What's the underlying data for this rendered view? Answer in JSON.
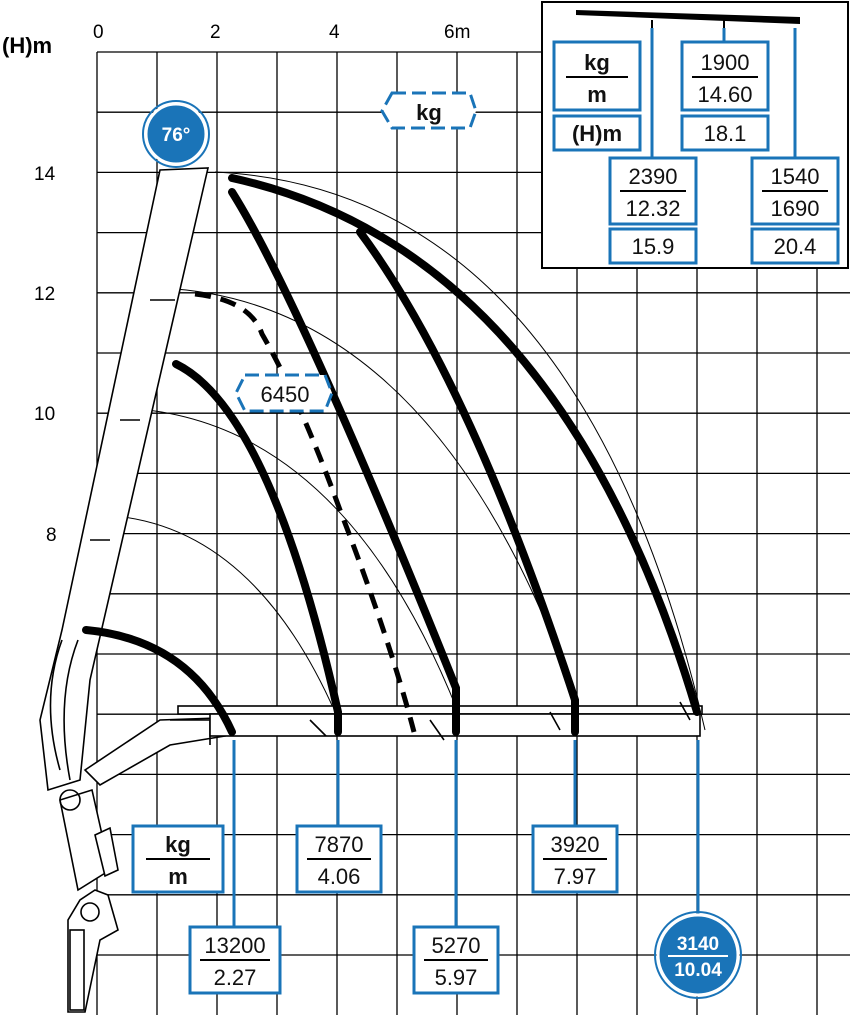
{
  "colors": {
    "accent": "#1a74b8",
    "grid": "#000000",
    "ink": "#000000"
  },
  "axis": {
    "y_title": "(H)m",
    "x_ticks": [
      "0",
      "2",
      "4",
      "6m"
    ],
    "y_ticks": [
      "14",
      "12",
      "10",
      "8"
    ]
  },
  "angle_badge": "76°",
  "kg_tag": "kg",
  "dashed_load": "6450",
  "legend_main": {
    "kg": "kg",
    "m": "m"
  },
  "bottom_loads": [
    {
      "kg": "13200",
      "m": "2.27"
    },
    {
      "kg": "7870",
      "m": "4.06"
    },
    {
      "kg": "5270",
      "m": "5.97"
    },
    {
      "kg": "3920",
      "m": "7.97"
    }
  ],
  "max_reach": {
    "kg": "3140",
    "m": "10.04"
  },
  "inset": {
    "legend_kg": "kg",
    "legend_m": "m",
    "legend_h": "(H)m",
    "a": {
      "kg": "1900",
      "m": "14.60",
      "h": "18.1"
    },
    "b": {
      "kg": "2390",
      "m": "12.32",
      "h": "15.9"
    },
    "c": {
      "kg": "1540",
      "m": "1690",
      "h": "20.4"
    }
  }
}
